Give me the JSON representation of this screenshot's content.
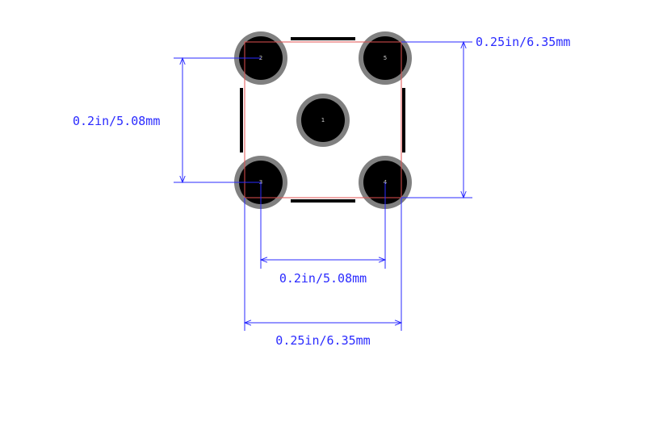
{
  "footprint": {
    "pads": [
      {
        "number": "1"
      },
      {
        "number": "2"
      },
      {
        "number": "3"
      },
      {
        "number": "4"
      },
      {
        "number": "5"
      }
    ],
    "colors": {
      "pad_ring": "#808080",
      "pad_hole": "#000000",
      "pad_label": "#cfcfcf",
      "silkscreen": "#000000",
      "outline": "#e05050",
      "dimension": "#2a2aff"
    }
  },
  "dimensions": {
    "vertical_pitch": "0.2in/5.08mm",
    "vertical_body": "0.25in/6.35mm",
    "horizontal_pitch": "0.2in/5.08mm",
    "horizontal_body": "0.25in/6.35mm"
  }
}
